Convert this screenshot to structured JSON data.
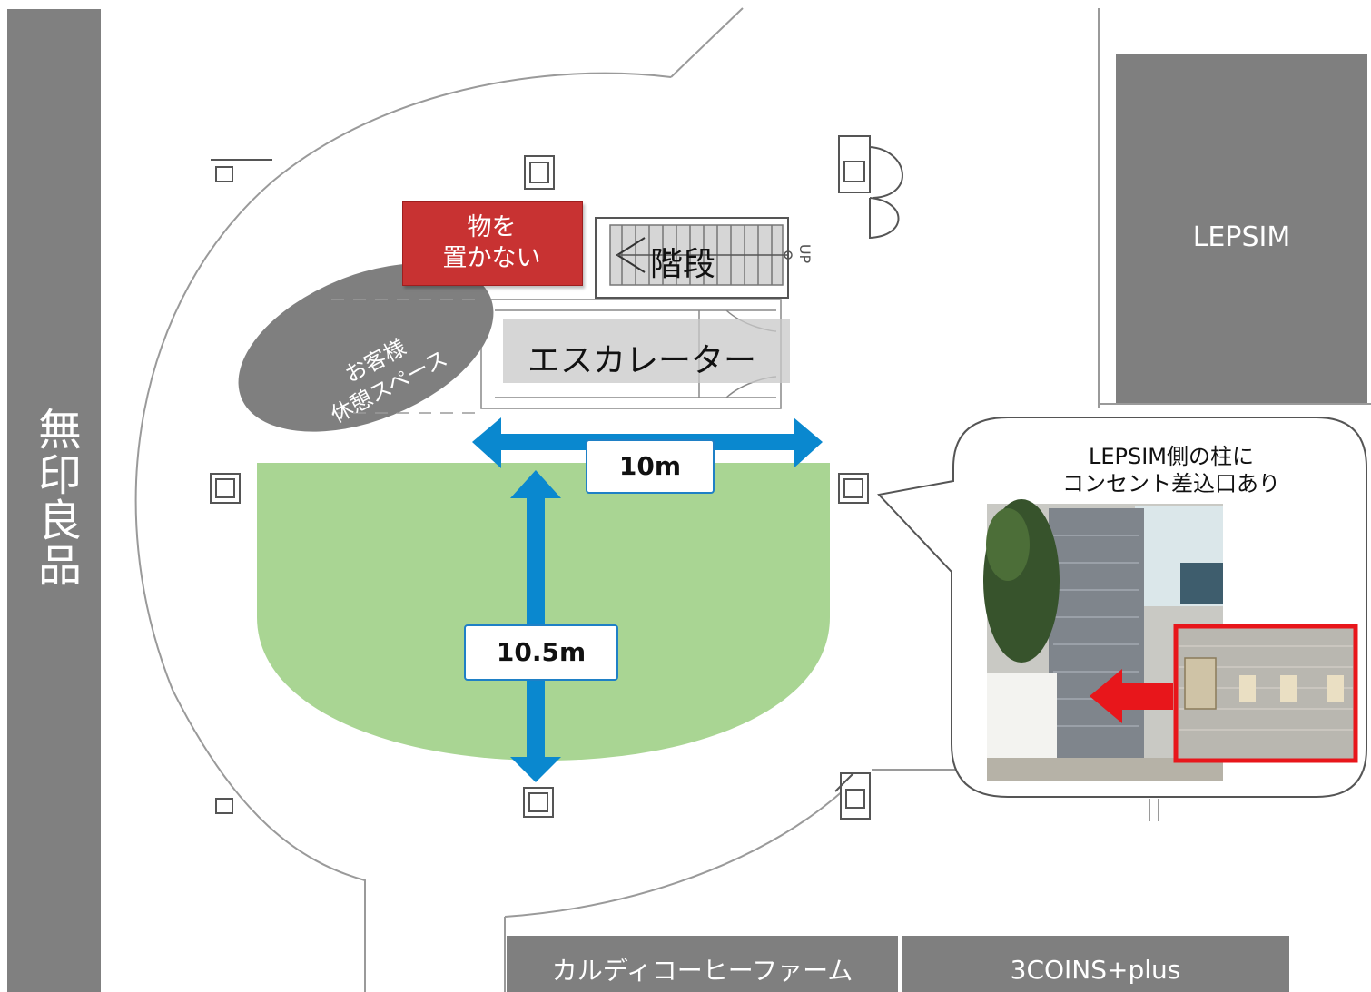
{
  "stores": {
    "left": "無印良品",
    "right": "LEPSIM",
    "bottom_left": "カルディコーヒーファーム",
    "bottom_right": "3COINS+plus"
  },
  "features": {
    "stairs": "階段",
    "up_sign": "UP",
    "escalator": "エスカレーター",
    "rest_area": "お客様\n休憩スペース",
    "keep_clear": "物を\n置かない"
  },
  "dimensions": {
    "width_label": "10m",
    "depth_label": "10.5m",
    "width_m": 10,
    "depth_m": 10.5
  },
  "callout": {
    "text": "LEPSIM側の柱に\nコンセント差込口あり",
    "photo": "pillar-outlet-photo"
  },
  "colors": {
    "store_gray": "#7f7f7f",
    "area_green": "#a9d593",
    "arrow_blue": "#0a88cf",
    "warn_red": "#c83232",
    "highlight_red": "#e8161b"
  }
}
